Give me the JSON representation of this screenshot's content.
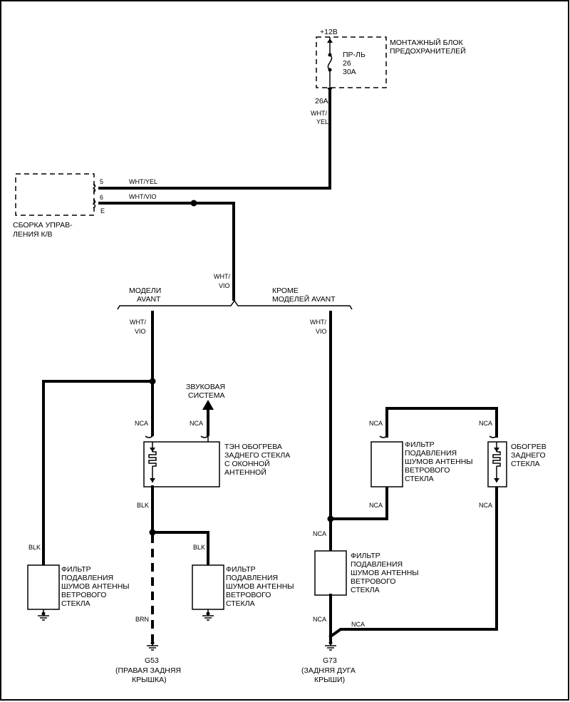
{
  "fuse_block": {
    "supply": "+12В",
    "title_line1": "МОНТАЖНЫЙ БЛОК",
    "title_line2": "ПРЕДОХРАНИТЕЛЕЙ",
    "fuse_line1": "ПР-ЛЬ",
    "fuse_line2": "26",
    "fuse_line3": "30A",
    "terminal": "26A",
    "wire_line1": "WHT/",
    "wire_line2": "YEL"
  },
  "control_unit": {
    "title_line1": "СБОРКА УПРАВ-",
    "title_line2": "ЛЕНИЯ К/В",
    "pin5": "5",
    "pin6": "6",
    "pinE": "E",
    "wire5": "WHT/YEL",
    "wire6": "WHT/VIO"
  },
  "main_wire": {
    "line1": "WHT/",
    "line2": "VIO"
  },
  "branches": {
    "avant_line1": "МОДЕЛИ",
    "avant_line2": "AVANT",
    "except_line1": "КРОМЕ",
    "except_line2": "МОДЕЛЕЙ AVANT",
    "left_wire_line1": "WHT/",
    "left_wire_line2": "VIO",
    "right_wire_line1": "WHT/",
    "right_wire_line2": "VIO"
  },
  "audio": {
    "line1": "ЗВУКОВАЯ",
    "line2": "СИСТЕМА"
  },
  "heater_antenna": {
    "line1": "ТЭН ОБОГРЕВА",
    "line2": "ЗАДНЕГО СТЕКЛА",
    "line3": "С ОКОННОЙ",
    "line4": "АНТЕННОЙ"
  },
  "rear_heater": {
    "line1": "ОБОГРЕВ",
    "line2": "ЗАДНЕГО",
    "line3": "СТЕКЛА"
  },
  "filter": {
    "line1": "ФИЛЬТР",
    "line2": "ПОДАВЛЕНИЯ",
    "line3": "ШУМОВ АНТЕННЫ",
    "line4": "ВЕТРОВОГО",
    "line5": "СТЕКЛА"
  },
  "wire_codes": {
    "nca": "NCA",
    "blk": "BLK",
    "brn": "BRN"
  },
  "grounds": {
    "g53_id": "G53",
    "g53_line1": "(ПРАВАЯ ЗАДНЯЯ",
    "g53_line2": "КРЫШКА)",
    "g73_id": "G73",
    "g73_line1": "(ЗАДНЯЯ ДУГА",
    "g73_line2": "КРЫШИ)"
  }
}
